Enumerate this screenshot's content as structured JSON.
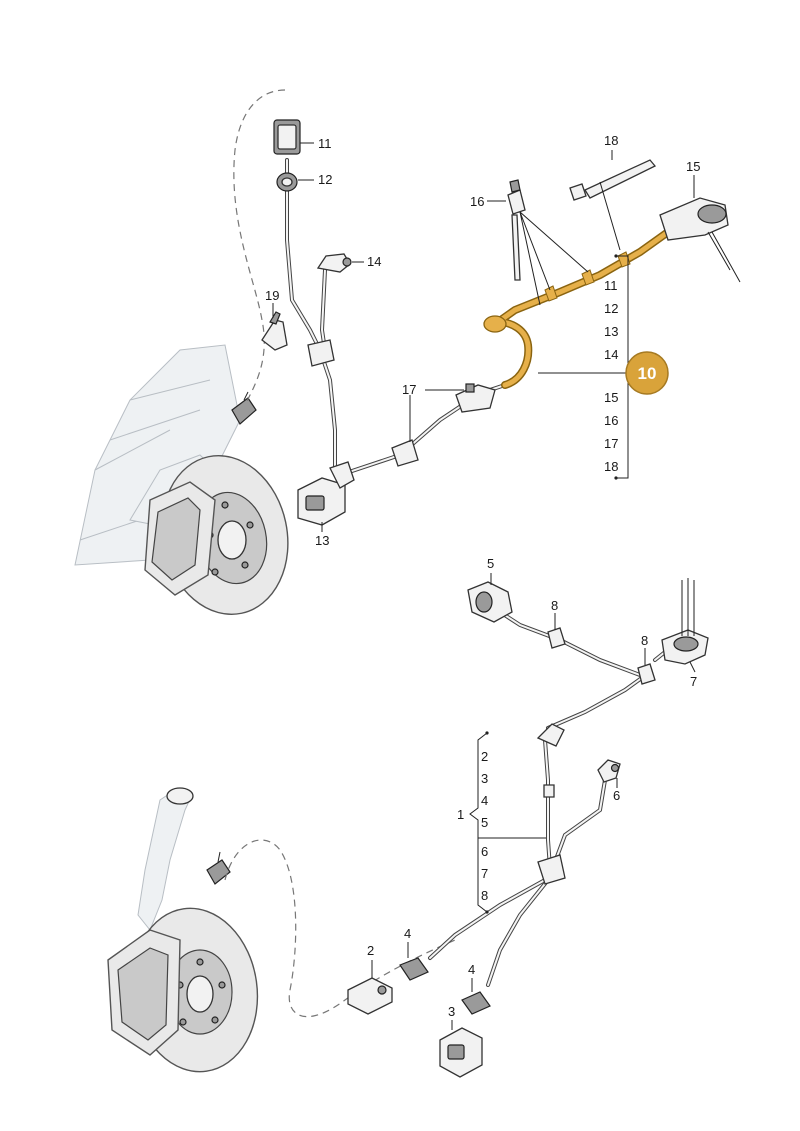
{
  "diagram": {
    "highlight_color": "#d9a33a",
    "upper_group": {
      "callouts": [
        "11",
        "12",
        "14",
        "19",
        "13",
        "17",
        "16",
        "18",
        "15"
      ],
      "bracket_list": [
        "11",
        "12",
        "13",
        "14",
        "15",
        "16",
        "17",
        "18"
      ],
      "highlight_label": "10"
    },
    "lower_group": {
      "callouts": [
        "5",
        "8",
        "8",
        "7",
        "6",
        "2",
        "4",
        "4",
        "3"
      ],
      "bracket_label": "1",
      "bracket_list": [
        "2",
        "3",
        "4",
        "5",
        "6",
        "7",
        "8"
      ]
    }
  }
}
